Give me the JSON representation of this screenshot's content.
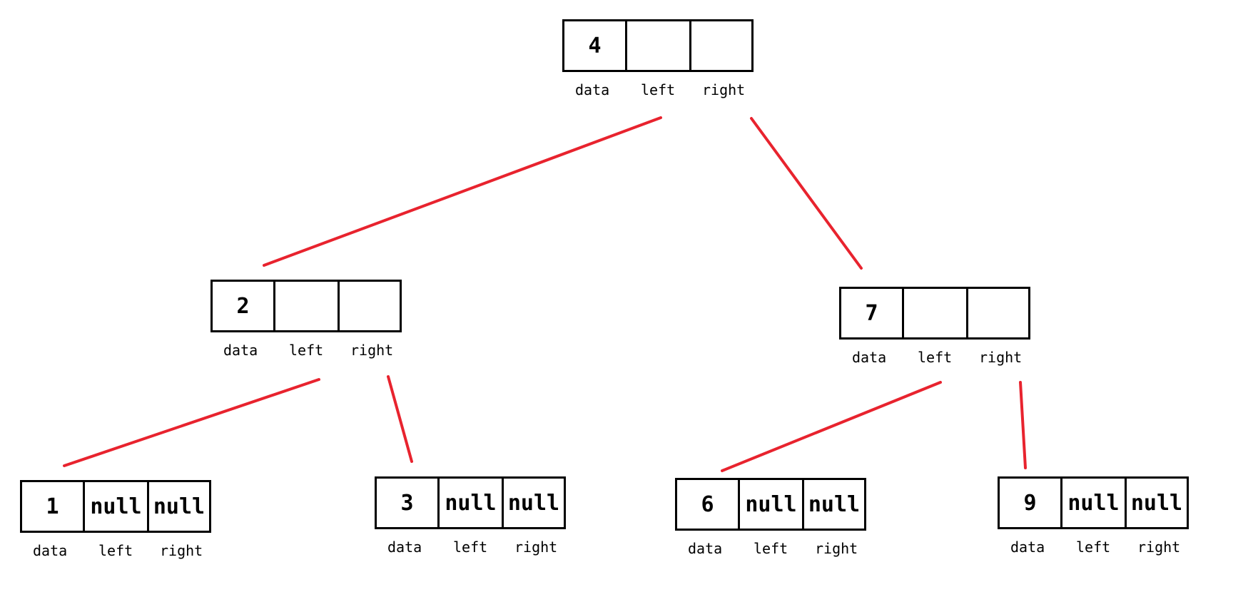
{
  "diagram": {
    "edge_color": "#e8232e",
    "field_labels": {
      "data": "data",
      "left": "left",
      "right": "right"
    },
    "nodes": [
      {
        "id": "n4",
        "data": "4",
        "left": "",
        "right": ""
      },
      {
        "id": "n2",
        "data": "2",
        "left": "",
        "right": ""
      },
      {
        "id": "n7",
        "data": "7",
        "left": "",
        "right": ""
      },
      {
        "id": "n1",
        "data": "1",
        "left": "null",
        "right": "null"
      },
      {
        "id": "n3",
        "data": "3",
        "left": "null",
        "right": "null"
      },
      {
        "id": "n6",
        "data": "6",
        "left": "null",
        "right": "null"
      },
      {
        "id": "n9",
        "data": "9",
        "left": "null",
        "right": "null"
      }
    ],
    "edges": [
      {
        "from": "n4",
        "pointer": "left",
        "to": "n2"
      },
      {
        "from": "n4",
        "pointer": "right",
        "to": "n7"
      },
      {
        "from": "n2",
        "pointer": "left",
        "to": "n1"
      },
      {
        "from": "n2",
        "pointer": "right",
        "to": "n3"
      },
      {
        "from": "n7",
        "pointer": "left",
        "to": "n6"
      },
      {
        "from": "n7",
        "pointer": "right",
        "to": "n9"
      }
    ]
  }
}
